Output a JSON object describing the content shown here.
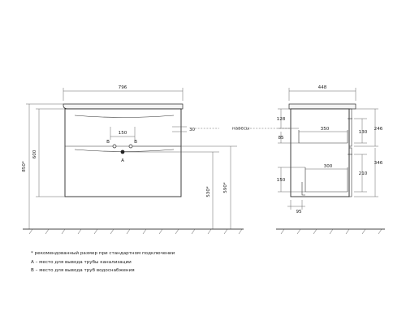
{
  "front_view": {
    "width_label": "796",
    "height_label": "850*",
    "cabinet_height_label": "600",
    "pipe_spacing_label": "150",
    "drawer_gap_label": "30",
    "drain_height_label": "530*",
    "supply_height_label": "590*",
    "marker_b_left": "B",
    "marker_b_right": "B",
    "marker_a": "A",
    "hinge_label": "навесы"
  },
  "side_view": {
    "depth_label": "448",
    "top_offset_label": "128",
    "upper_drawer_depth_label": "350",
    "upper_drawer_height_label": "85",
    "upper_front_label": "130",
    "upper_side_label": "246",
    "lower_drawer_depth_label": "300",
    "lower_drawer_height_label": "150",
    "lower_front_label": "210",
    "lower_side_label": "346",
    "bottom_offset_label": "95"
  },
  "notes": [
    "* рекомендованный размер при стандартном подключении",
    "A – место для вывода трубы канализации",
    "B – место для вывода труб водоснабжения"
  ]
}
